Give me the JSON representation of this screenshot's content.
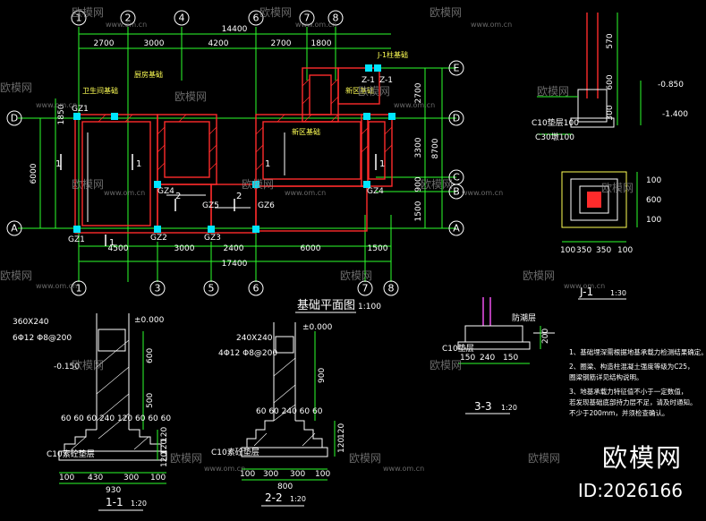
{
  "plan": {
    "title": "基础平面图",
    "scale": "1:100",
    "axes_top": [
      "1",
      "2",
      "4",
      "6",
      "7",
      "8"
    ],
    "axes_bottom": [
      "1",
      "3",
      "5",
      "6",
      "7",
      "8"
    ],
    "axes_side": [
      "E",
      "D",
      "C",
      "B",
      "A"
    ],
    "dims_top_total": "14400",
    "dims_top": [
      "2700",
      "3000",
      "4200",
      "2700",
      "1800"
    ],
    "dims_bottom": [
      "4500",
      "3000",
      "2400",
      "6000",
      "1500"
    ],
    "dims_bottom_total": "17400",
    "dims_left": [
      "6000"
    ],
    "dims_right": [
      "2700",
      "3300",
      "900",
      "1500"
    ],
    "dims_right_total": "8700",
    "room_labels": [
      "厨房基础",
      "卫生间基础",
      "新区基础",
      "新区基础",
      "J-1柱基础"
    ],
    "column_labels": [
      "GZ1",
      "GZ1",
      "GZ2",
      "GZ3",
      "GZ4",
      "GZ5",
      "GZ6",
      "GZ4",
      "Z-1",
      "Z-1"
    ],
    "section_marks": [
      "1",
      "1",
      "1",
      "2",
      "2",
      "1",
      "1"
    ],
    "elev_left": "1850",
    "elev_right": "1500"
  },
  "j1": {
    "title": "J-1",
    "scale": "1:30",
    "elev1": "-0.850",
    "elev2": "-1.400",
    "note1": "C10垫层100",
    "note2": "C30墩100",
    "vert": [
      "570",
      "600",
      "300"
    ],
    "plan_dims": [
      "100",
      "350",
      "350",
      "100"
    ],
    "side_dims": [
      "100",
      "600",
      "100"
    ]
  },
  "sec11": {
    "title": "1-1",
    "scale": "1:20",
    "beam": "360X240",
    "rebar": "6Φ12  Φ8@200",
    "elev_top": "±0.000",
    "elev_bot": "-0.150",
    "heights": [
      "600",
      "500"
    ],
    "step_dims": "60 60 60 240 120 60 60 60",
    "base_dims": [
      "100",
      "430",
      "300",
      "100"
    ],
    "base_total": "930",
    "cushion": "C10素砼垫层",
    "extra_h": [
      "120",
      "120",
      "120"
    ]
  },
  "sec22": {
    "title": "2-2",
    "scale": "1:20",
    "beam": "240X240",
    "rebar": "4Φ12  Φ8@200",
    "elev_top": "±0.000",
    "heights": [
      "900"
    ],
    "step_dims": "60 60 240 60 60",
    "base_dims": [
      "100",
      "300",
      "300",
      "100"
    ],
    "base_total": "800",
    "cushion": "C10素砼垫层",
    "extra_h": [
      "120",
      "120"
    ]
  },
  "sec33": {
    "title": "3-3",
    "scale": "1:20",
    "top_label": "防潮层",
    "dims": [
      "150",
      "240",
      "150"
    ],
    "h": [
      "200"
    ],
    "cushion": "C10垫层"
  },
  "notes": [
    "1、基础埋深需根据地基承载力检测结果确定。",
    "2、圈梁、构造柱混凝土强度等级为C25，",
    "   圈梁钢筋详见结构说明。",
    "3、地基承载力特征值不小于一定数值，",
    "   若发现基础底部持力层不足，请及时通知。",
    "   不少于200mm，并须检查确认。"
  ],
  "watermark": {
    "brand": "欧模网",
    "site": "www.om.cn",
    "id": "ID:2026166"
  },
  "colors": {
    "background": "#000000",
    "dimension": "#2bff2b",
    "wall": "#ff2b2b",
    "column": "#00e5ff",
    "text": "#ffffff",
    "highlight": "#ffff55"
  }
}
